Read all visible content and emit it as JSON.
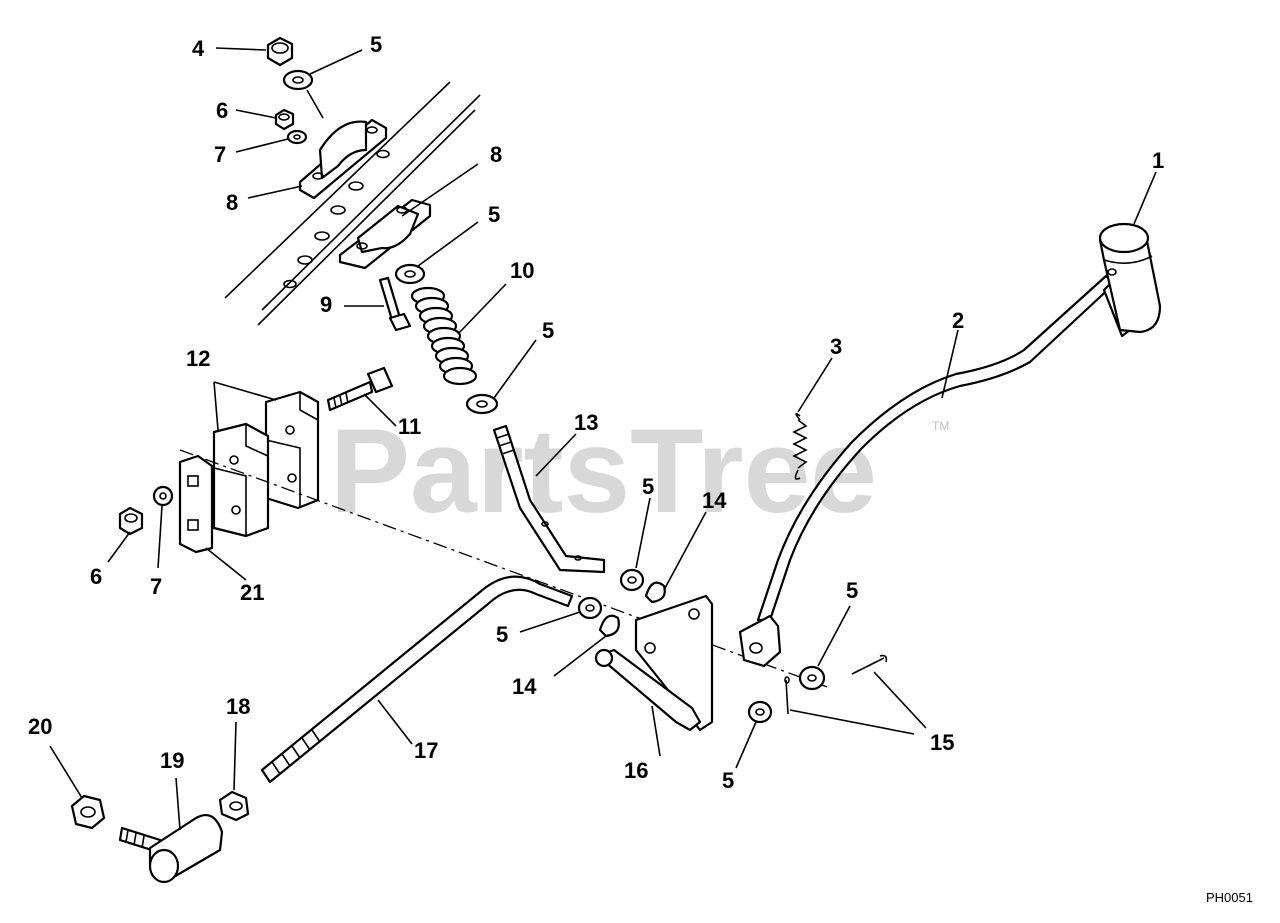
{
  "watermark": "PartsTree",
  "trademark": "TM",
  "drawing_code": "PH0051",
  "callouts": {
    "p1": "1",
    "p2": "2",
    "p3": "3",
    "p4": "4",
    "p5a": "5",
    "p5b": "5",
    "p5c": "5",
    "p5d": "5",
    "p5e": "5",
    "p5f": "5",
    "p5g": "5",
    "p6a": "6",
    "p6b": "6",
    "p7a": "7",
    "p7b": "7",
    "p8a": "8",
    "p8b": "8",
    "p9": "9",
    "p10": "10",
    "p11": "11",
    "p12": "12",
    "p13": "13",
    "p14a": "14",
    "p14b": "14",
    "p15": "15",
    "p16": "16",
    "p17": "17",
    "p18": "18",
    "p19": "19",
    "p20": "20",
    "p21": "21"
  }
}
